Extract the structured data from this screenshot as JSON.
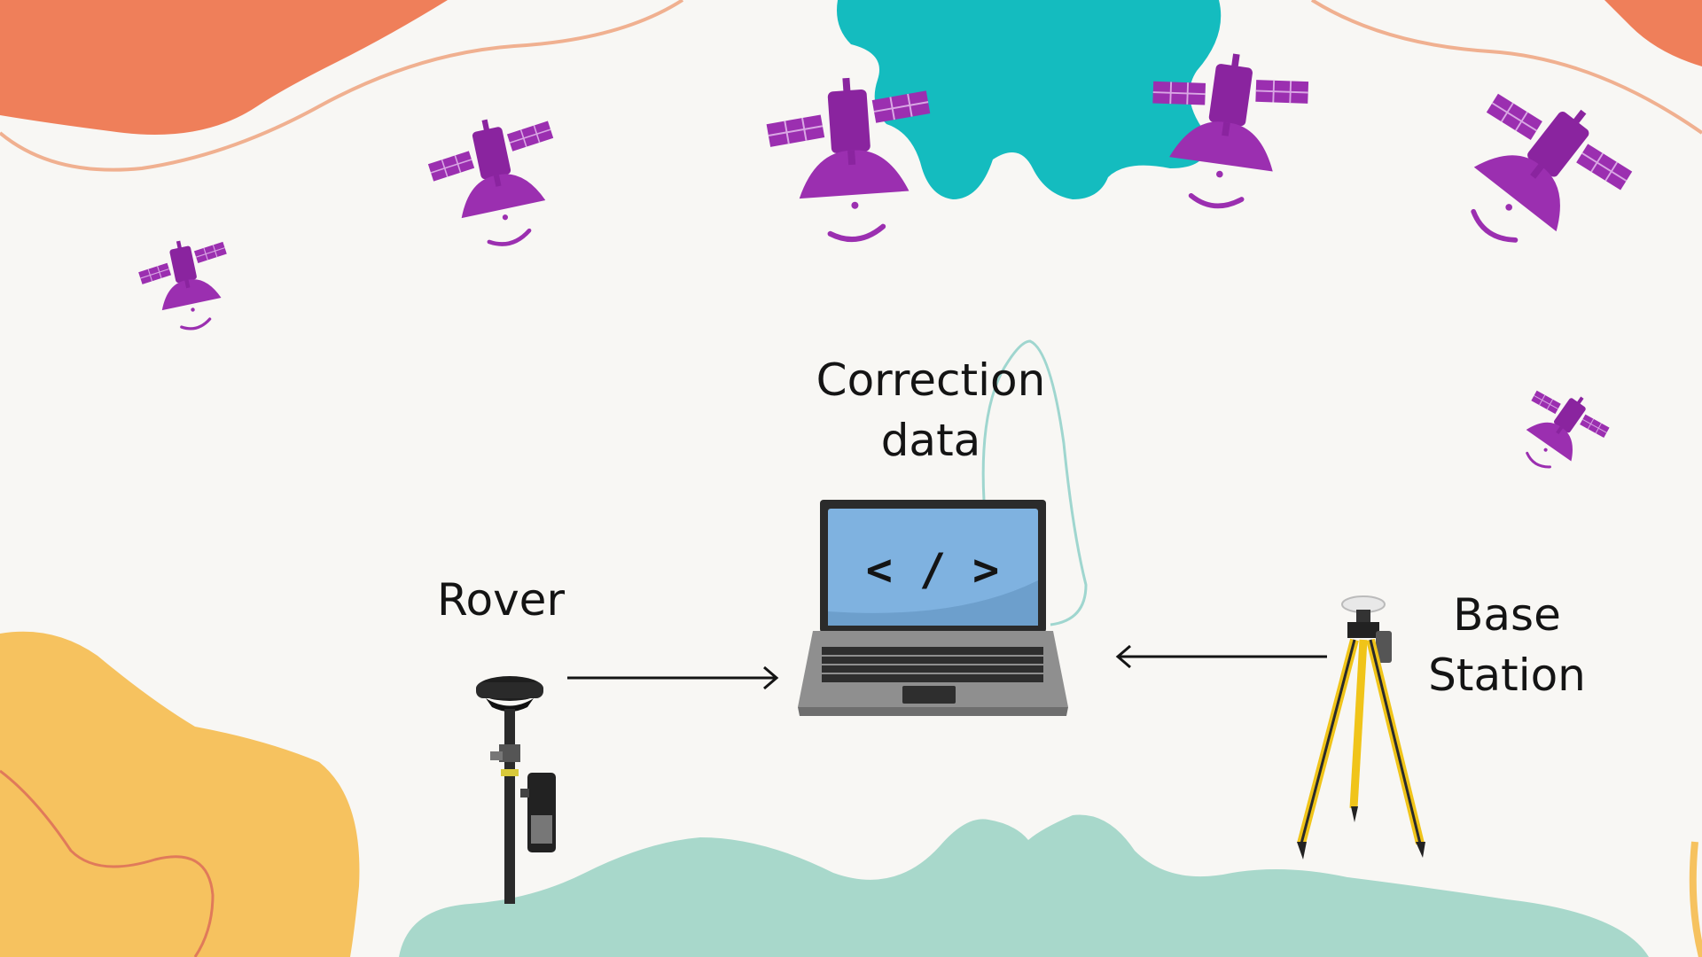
{
  "diagram": {
    "nodes": {
      "correction": {
        "line1": "Correction",
        "line2": "data"
      },
      "rover": {
        "label": "Rover"
      },
      "base": {
        "line1": "Base",
        "line2": "Station"
      },
      "laptop_screen": {
        "code_glyph": "< / >"
      }
    },
    "edges": [
      {
        "from": "Rover",
        "to": "Correction data"
      },
      {
        "from": "Base Station",
        "to": "Correction data"
      }
    ]
  },
  "colors": {
    "background": "#f8f7f4",
    "satellite": "#9b2fb0",
    "blob_orange": "#ef7f5a",
    "blob_teal": "#14bcbf",
    "blob_yellow": "#f6c25f",
    "blob_mint": "#a8d8cb",
    "screen": "#7fb2e0",
    "tripod": "#f0c419"
  }
}
